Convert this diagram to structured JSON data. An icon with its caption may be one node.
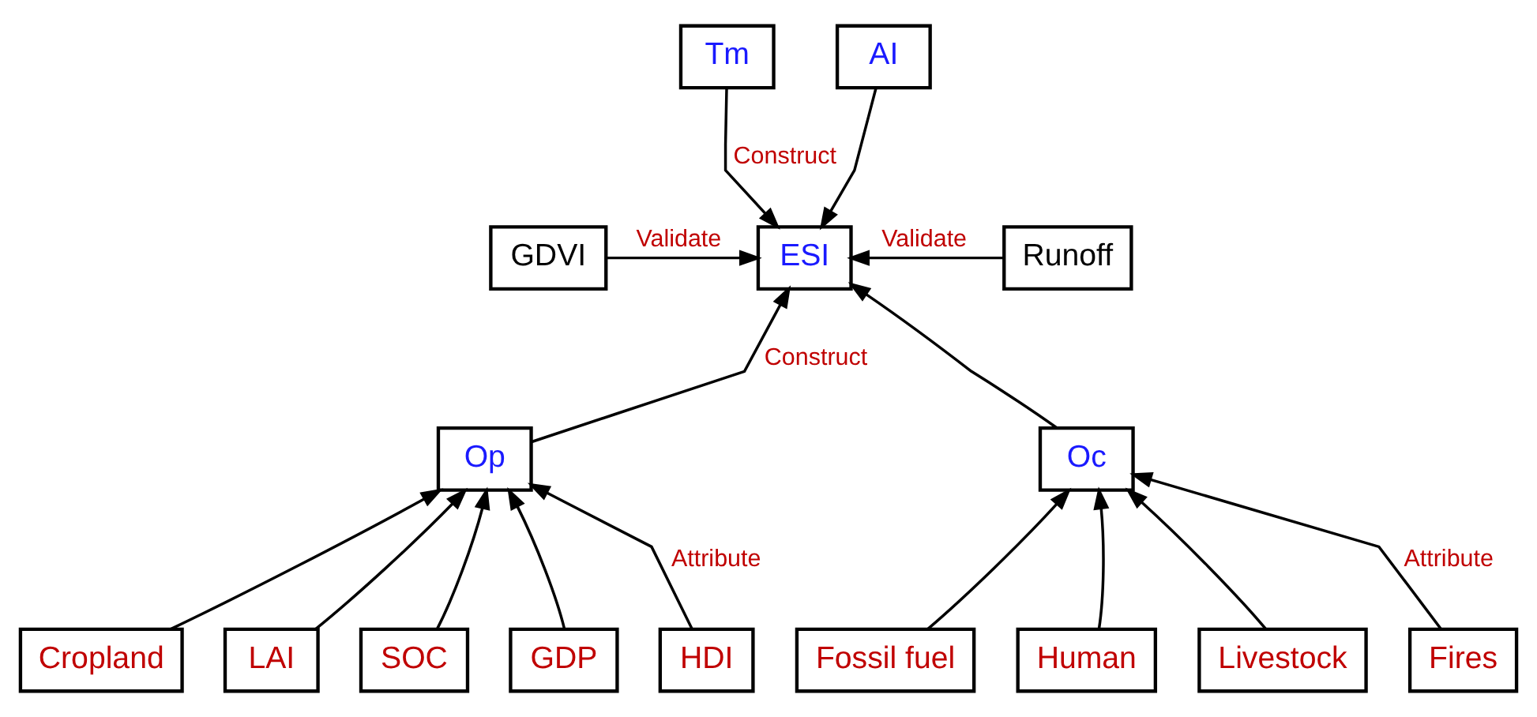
{
  "diagram": {
    "nodes": [
      {
        "text": [
          "Tm"
        ]
      },
      {
        "text": [
          "AI"
        ]
      },
      {
        "text": [
          "GDVI"
        ]
      },
      {
        "text": [
          "ESI"
        ]
      },
      {
        "text": [
          "Runoff"
        ]
      },
      {
        "text": [
          "Op"
        ]
      },
      {
        "text": [
          "Oc"
        ]
      },
      {
        "text": [
          "Cropland"
        ]
      },
      {
        "text": [
          "LAI"
        ]
      },
      {
        "text": [
          "SOC"
        ]
      },
      {
        "text": [
          "GDP"
        ]
      },
      {
        "text": [
          "HDI"
        ]
      },
      {
        "text": [
          "Fossil fuel"
        ]
      },
      {
        "text": [
          "Human"
        ]
      },
      {
        "text": [
          "Livestock"
        ]
      },
      {
        "text": [
          "Fires"
        ]
      }
    ],
    "edges": [
      {
        "from": 0,
        "to": 3,
        "arrow": "to",
        "label": "Construct"
      },
      {
        "from": 1,
        "to": 3,
        "arrow": "to"
      },
      {
        "from": 2,
        "to": 3,
        "arrow": "to",
        "label": "Validate"
      },
      {
        "from": 4,
        "to": 3,
        "arrow": "to",
        "label": "Validate"
      },
      {
        "from": 5,
        "to": 3,
        "arrow": "to",
        "label": "Construct"
      },
      {
        "from": 6,
        "to": 3,
        "arrow": "to"
      },
      {
        "from": 7,
        "to": 5,
        "arrow": "to"
      },
      {
        "from": 8,
        "to": 5,
        "arrow": "to"
      },
      {
        "from": 9,
        "to": 5,
        "arrow": "to"
      },
      {
        "from": 10,
        "to": 5,
        "arrow": "to"
      },
      {
        "from": 11,
        "to": 5,
        "arrow": "to",
        "label": "Attribute"
      },
      {
        "from": 12,
        "to": 6,
        "arrow": "to"
      },
      {
        "from": 13,
        "to": 6,
        "arrow": "to"
      },
      {
        "from": 14,
        "to": 6,
        "arrow": "to"
      },
      {
        "from": 15,
        "to": 6,
        "arrow": "to",
        "label": "Attribute"
      }
    ]
  }
}
